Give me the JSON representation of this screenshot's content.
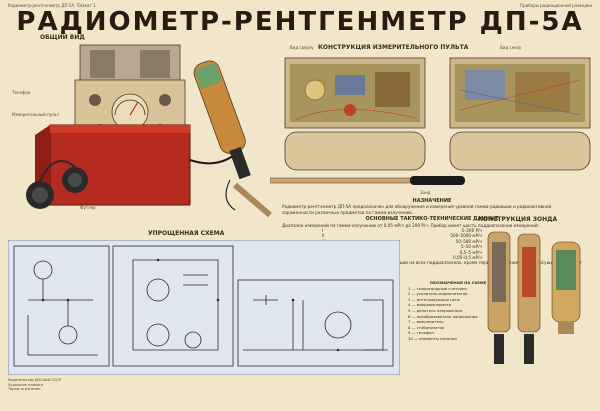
{
  "header": {
    "left_small": "Радиометр-рентгенметр ДП-5А. Плакат 1",
    "right_small": "Приборы радиационной разведки",
    "title": "РАДИОМЕТР-РЕНТГЕНМЕТР ДП-5А"
  },
  "sections": {
    "general_view": "ОБЩИЙ ВИД",
    "console_construction": "КОНСТРУКЦИЯ ИЗМЕРИТЕЛЬНОГО ПУЛЬТА",
    "simplified_scheme": "УПРОЩЕННАЯ СХЕМА",
    "probe_construction": "КОНСТРУКЦИЯ ЗОНДА",
    "purpose_title": "НАЗНАЧЕНИЕ",
    "specs_title": "ОСНОВНЫЕ ТАКТИКО-ТЕХНИЧЕСКИЕ ДАННЫЕ",
    "legend_title": "ОБОЗНАЧЕНИЯ НА СХЕМЕ"
  },
  "callouts": {
    "left": [
      "Телефон",
      "Измерительный пульт",
      "Футляр"
    ],
    "probe": "Зонд",
    "console_top_left": "Вид сверху",
    "console_top_right": "Вид снизу"
  },
  "purpose_text": "Радиометр-рентгенметр ДП-5А предназначен для обнаружения и измерения уровней гамма-радиации и радиоактивной зараженности различных предметов по гамма-излучению.",
  "specs_intro": "Диапазон измерений по гамма-излучению от 0,05 мР/ч до 200 Р/ч. Прибор имеет шесть поддиапазонов измерений:",
  "specs": [
    {
      "range": "I",
      "value": "5–200 Р/ч"
    },
    {
      "range": "II",
      "value": "500–5000 мР/ч"
    },
    {
      "range": "III",
      "value": "50–500 мР/ч"
    },
    {
      "range": "IV",
      "value": "5–50 мР/ч"
    },
    {
      "range": "V",
      "value": "0,5–5 мР/ч"
    },
    {
      "range": "VI",
      "value": "0,05–0,5 мР/ч"
    }
  ],
  "specs_outro": "Прибор обеспечивает возможность звуковой индикации на всех поддиапазонах, кроме первого. Питание прибора осуществляется от двух сухих элементов типа КБ-1.",
  "legend": [
    "1 — газоразрядные счетчики",
    "2 — усилитель-нормализатор",
    "3 — интегрирующая цепь",
    "4 — микроамперметр",
    "5 — делитель напряжения",
    "6 — преобразователь напряжения",
    "7 — выпрямитель",
    "8 — стабилизатор",
    "9 — телефон",
    "10 — элементы питания"
  ],
  "footer": [
    "Издательство ДОСААФ СССР",
    "Художник плаката",
    "Тираж ограничен"
  ],
  "colors": {
    "paper": "#f1e6ca",
    "case_red": "#b62b1f",
    "brass": "#c8a25a",
    "circuit_line": "#2b2b2b",
    "scheme_bg": "#dfe6f0"
  }
}
